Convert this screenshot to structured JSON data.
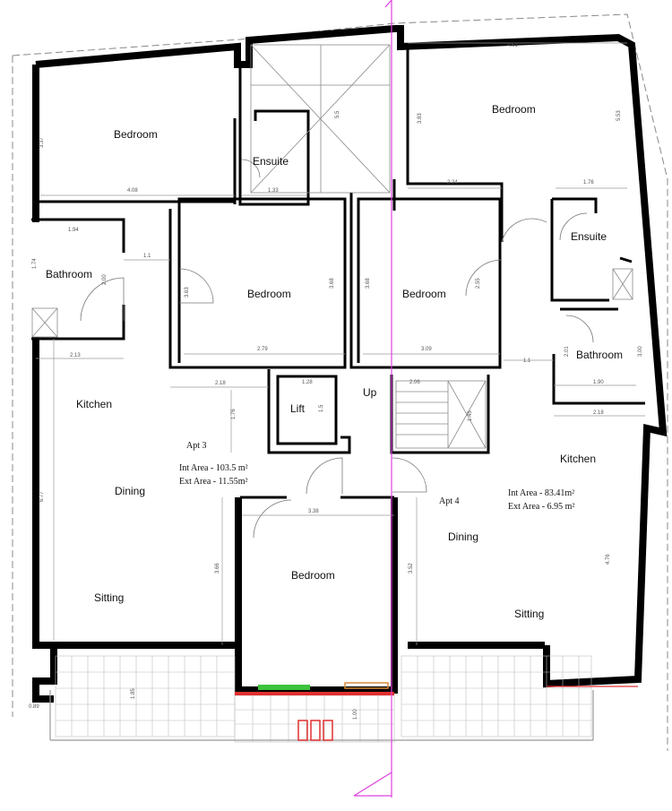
{
  "rooms": {
    "bedroom_tl": "Bedroom",
    "ensuite_l": "Ensuite",
    "bedroom_tr": "Bedroom",
    "bathroom_l": "Bathroom",
    "bedroom_ml": "Bedroom",
    "bedroom_mr": "Bedroom",
    "ensuite_r": "Ensuite",
    "bathroom_r": "Bathroom",
    "kitchen_l": "Kitchen",
    "lift": "Lift",
    "up": "Up",
    "kitchen_r": "Kitchen",
    "dining_l": "Dining",
    "dining_r": "Dining",
    "bedroom_bc": "Bedroom",
    "sitting_l": "Sitting",
    "sitting_r": "Sitting"
  },
  "apartments": {
    "apt3": {
      "name": "Apt 3",
      "int_area": "Int Area - 103.5 m²",
      "ext_area": "Ext Area - 11.55m²"
    },
    "apt4": {
      "name": "Apt 4",
      "int_area": "Int Area - 83.41m²",
      "ext_area": "Ext Area - 6.95 m²"
    }
  },
  "dimensions": {
    "d_408": "4.08",
    "d_133": "1.33",
    "d_337": "3.37",
    "d_55": "5.5",
    "d_461": "4.61",
    "d_383": "3.83",
    "d_224": "2.24",
    "d_176": "1.76",
    "d_553": "5.53",
    "d_194": "1.94",
    "d_11a": "1.1",
    "d_174": "1.74",
    "d_200": "2.00",
    "d_363": "3.63",
    "d_368a": "3.68",
    "d_368b": "3.68",
    "d_279": "2.79",
    "d_309": "3.09",
    "d_255": "2.55",
    "d_213": "2.13",
    "d_11b": "1.1",
    "d_190": "1.90",
    "d_218a": "2.18",
    "d_176b": "1.76",
    "d_15": "1.5",
    "d_218b": "2.18",
    "d_677": "6.77",
    "d_338": "3.38",
    "d_352": "3.52",
    "d_476": "4.76",
    "d_366": "3.66",
    "d_185": "1.85",
    "d_089": "0.89",
    "d_100": "1.00",
    "d_201": "2.01",
    "d_300": "3.00",
    "d_128": "1.28",
    "d_145": "1.45",
    "d_206": "2.06"
  },
  "colors": {
    "wall": "#000000",
    "axis": "#e040e0",
    "balcony_red": "#e03030",
    "window_green": "#3cc23c",
    "window_orange": "#d98a3a"
  }
}
